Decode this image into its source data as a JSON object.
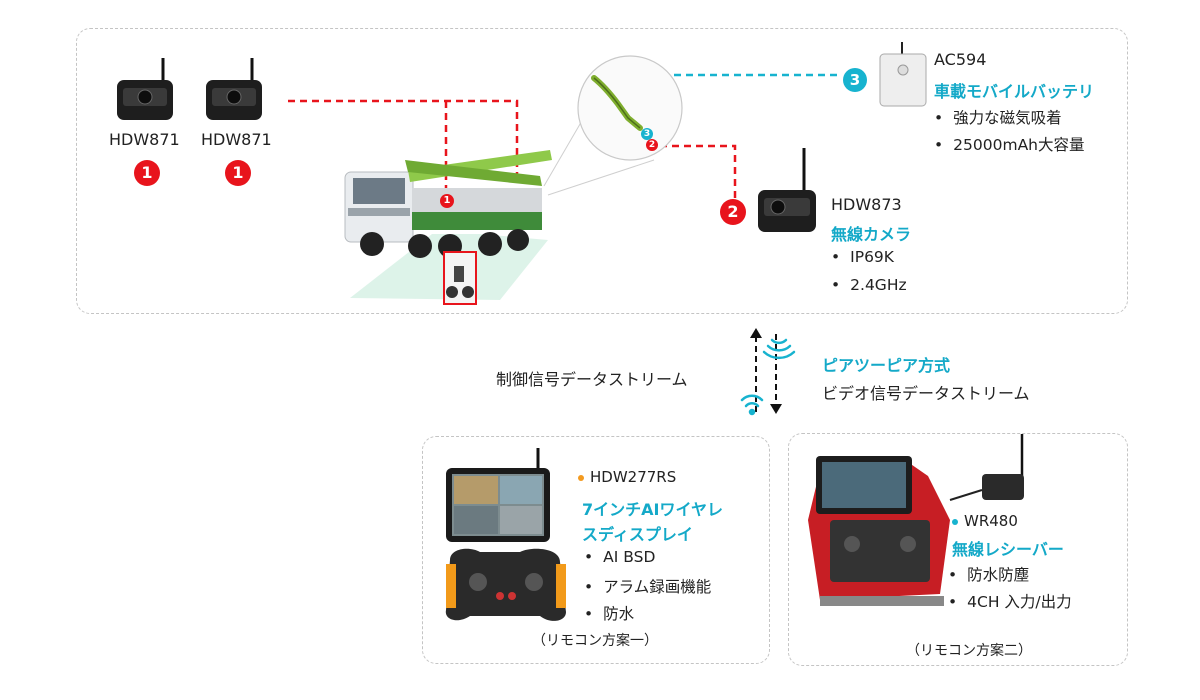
{
  "top": {
    "cam_left_1": {
      "model": "HDW871",
      "badge": "1"
    },
    "cam_left_2": {
      "model": "HDW871",
      "badge": "1"
    },
    "truck_badge": "1",
    "zoom_badge_cyan": "3",
    "zoom_badge_red": "2",
    "battery": {
      "model": "AC594",
      "name": "車載モバイルバッテリ",
      "badge": "3",
      "features": [
        "強力な磁気吸着",
        "25000mAh大容量"
      ]
    },
    "camera_wireless": {
      "model": "HDW873",
      "name": "無線カメラ",
      "badge": "2",
      "features": [
        "IP69K",
        "2.4GHz"
      ]
    }
  },
  "middle": {
    "left_label": "制御信号データストリーム",
    "mode": "ピアツーピア方式",
    "right_label": "ビデオ信号データストリーム"
  },
  "bottom_left": {
    "model": "HDW277RS",
    "name_line1": "7インチAIワイヤレ",
    "name_line2": "スディスプレイ",
    "features": [
      "AI BSD",
      "アラム録画機能",
      "防水"
    ],
    "caption": "（リモコン方案一）",
    "dot_color": "#f39a1f"
  },
  "bottom_right": {
    "model": "WR480",
    "name": "無線レシーバー",
    "features": [
      "防水防塵",
      "4CH 入力/出力"
    ],
    "caption": "（リモコン方案二）",
    "dot_color": "#17b3cf"
  },
  "colors": {
    "accent": "#14a9c8",
    "red_line": "#e8141c",
    "cyan_line": "#17b3cf"
  }
}
